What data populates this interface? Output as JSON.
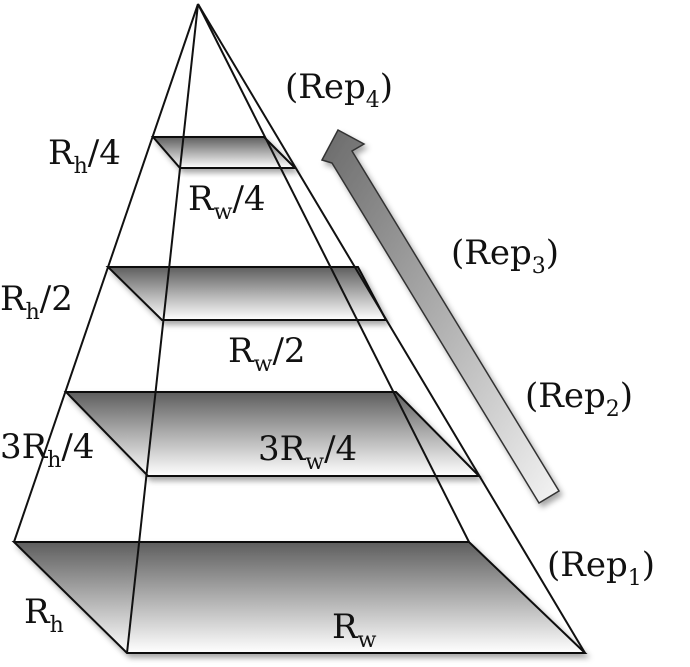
{
  "diagram": {
    "levels": [
      {
        "height": {
          "main": "R",
          "sub": "h",
          "suffix": "/4"
        },
        "width": {
          "main": "R",
          "sub": "w",
          "suffix": "/4"
        },
        "rep": {
          "prefix": "(Rep",
          "sub": "4",
          "suffix": ")"
        }
      },
      {
        "height": {
          "main": "R",
          "sub": "h",
          "suffix": "/2"
        },
        "width": {
          "main": "R",
          "sub": "w",
          "suffix": "/2"
        },
        "rep": {
          "prefix": "(Rep",
          "sub": "3",
          "suffix": ")"
        }
      },
      {
        "height": {
          "main": "3R",
          "sub": "h",
          "suffix": "/4"
        },
        "width": {
          "main": "3R",
          "sub": "w",
          "suffix": "/4"
        },
        "rep": {
          "prefix": "(Rep",
          "sub": "2",
          "suffix": ")"
        }
      },
      {
        "height": {
          "main": "R",
          "sub": "h",
          "suffix": ""
        },
        "width": {
          "main": "R",
          "sub": "w",
          "suffix": ""
        },
        "rep": {
          "prefix": "(Rep",
          "sub": "1",
          "suffix": ")"
        }
      }
    ],
    "colors": {
      "slice_dark": "#5e5e5e",
      "slice_light": "#ffffff",
      "line": "#111111",
      "arrow_dark": "#6a6a6a"
    }
  }
}
